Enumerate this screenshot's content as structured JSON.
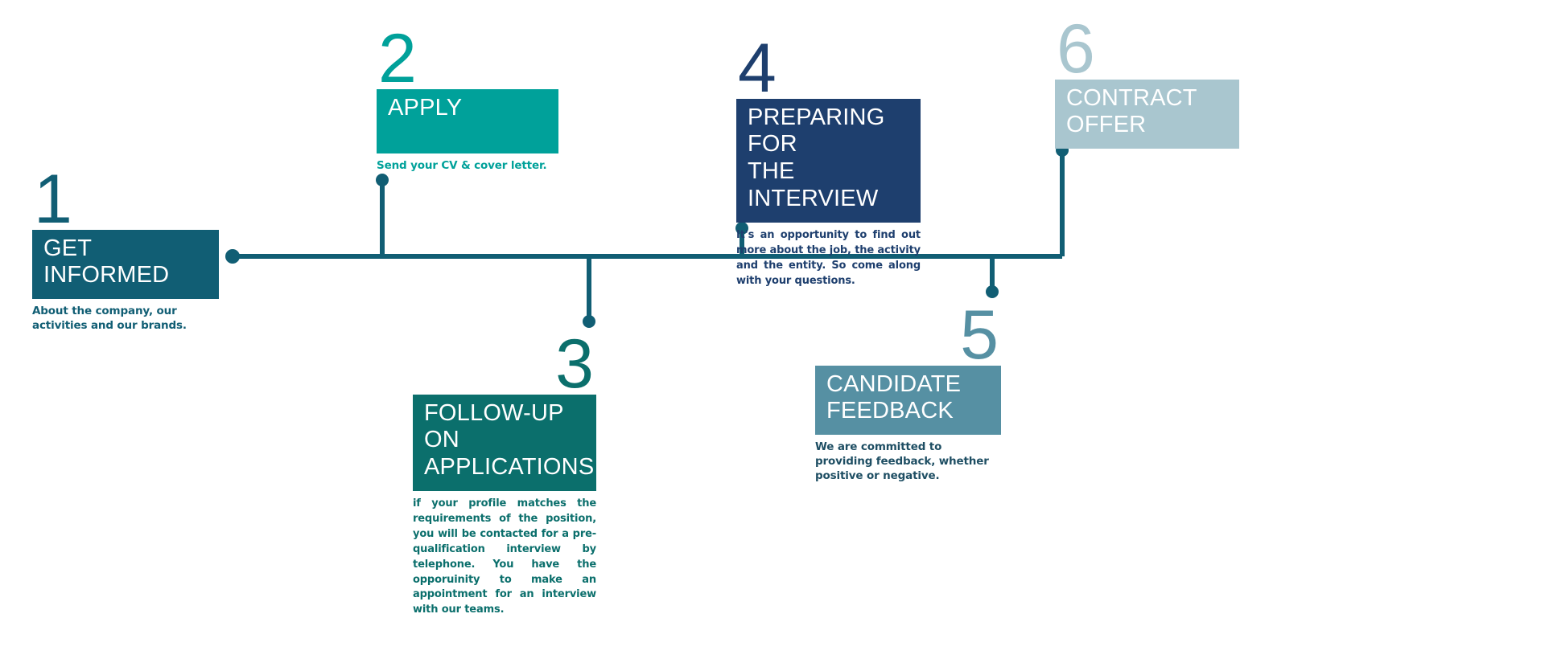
{
  "diagram": {
    "type": "process-timeline",
    "orientation": "horizontal",
    "step_count": 6,
    "background_color": "#ffffff",
    "connector_color": "#115e74"
  },
  "palette": {
    "step1": "#115e74",
    "step2": "#00a19a",
    "step3": "#0b6f6c",
    "step4": "#1e3f6e",
    "step5": "#5690a3",
    "step6": "#a9c6cf",
    "connector": "#115e74"
  },
  "steps": [
    {
      "number": "1",
      "title": "GET INFORMED",
      "title_lines": [
        "GET",
        "INFORMED"
      ],
      "caption": "About the company, our activities and our brands.",
      "box_color": "#115e74",
      "number_color": "#115e74",
      "caption_color": "#115e74"
    },
    {
      "number": "2",
      "title": "APPLY",
      "title_lines": [
        "APPLY"
      ],
      "caption": "Send your CV & cover letter.",
      "box_color": "#00a19a",
      "number_color": "#00a19a",
      "caption_color": "#00a19a"
    },
    {
      "number": "3",
      "title": "FOLLOW-UP ON APPLICATIONS",
      "title_lines": [
        "FOLLOW-UP ON",
        "APPLICATIONS"
      ],
      "caption": "if your profile matches the requirements of the position, you will be contacted for a pre-qualification interview by telephone. You have the opporuinity to make an appointment for an interview with our teams.",
      "box_color": "#0b6f6c",
      "number_color": "#0b6f6c",
      "caption_color": "#0b6f6c"
    },
    {
      "number": "4",
      "title": "PREPARING FOR THE INTERVIEW",
      "title_lines": [
        "PREPARING FOR",
        "THE INTERVIEW"
      ],
      "caption": "It's an opportunity to find out more about the job, the activity and the entity. So come along with your questions.",
      "box_color": "#1e3f6e",
      "number_color": "#1e3f6e",
      "caption_color": "#1e3f6e"
    },
    {
      "number": "5",
      "title": "CANDIDATE FEEDBACK",
      "title_lines": [
        "CANDIDATE",
        "FEEDBACK"
      ],
      "caption": "We are committed to providing feedback, whether positive or negative.",
      "box_color": "#5690a3",
      "number_color": "#5690a3",
      "caption_color": "#1e4e63"
    },
    {
      "number": "6",
      "title": "CONTRACT OFFER",
      "title_lines": [
        "CONTRACT",
        "OFFER"
      ],
      "caption": "",
      "box_color": "#a9c6cf",
      "number_color": "#a9c6cf",
      "caption_color": "#a9c6cf"
    }
  ]
}
